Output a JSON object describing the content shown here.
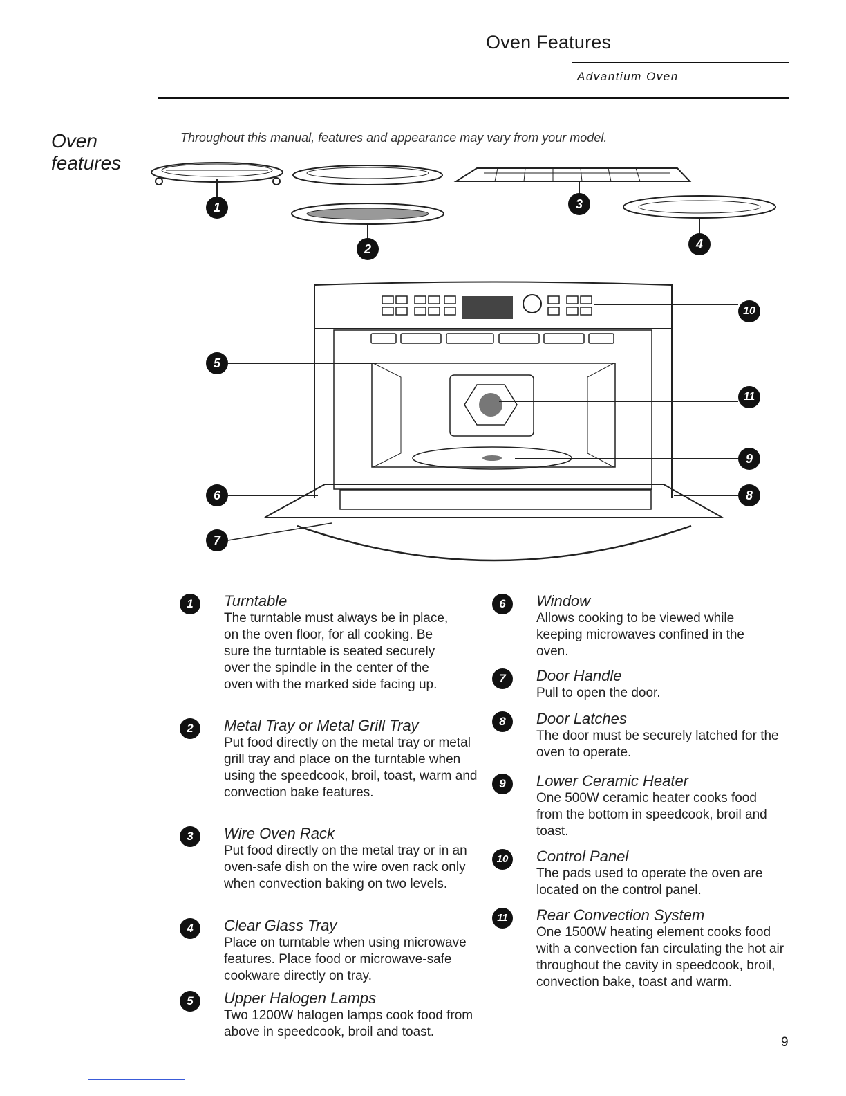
{
  "header": {
    "title": "Oven Features",
    "subtitle": "Advantium Oven"
  },
  "section": {
    "title": "Oven features",
    "intro": "Throughout this manual, features and appearance may vary from your model."
  },
  "diagram_labels": [
    "1",
    "2",
    "3",
    "4",
    "5",
    "6",
    "7",
    "8",
    "9",
    "10",
    "11"
  ],
  "features_left": [
    {
      "num": "1",
      "title": "Turntable",
      "desc": "The turntable must always be in place, on the oven floor, for all cooking. Be sure the turntable is seated securely over the spindle in the center of the oven with the marked side facing up."
    },
    {
      "num": "2",
      "title": "Metal Tray or Metal Grill Tray",
      "desc": "Put food directly on the metal tray or metal grill tray and place on the turntable when using the speedcook, broil, toast, warm and convection bake features."
    },
    {
      "num": "3",
      "title": "Wire Oven Rack",
      "desc": "Put food directly on the metal tray or in an oven-safe dish on the wire oven rack only when convection baking on two levels."
    },
    {
      "num": "4",
      "title": "Clear Glass Tray",
      "desc": "Place on turntable when using microwave features. Place food or microwave-safe cookware directly on tray."
    },
    {
      "num": "5",
      "title": "Upper Halogen Lamps",
      "desc": "Two 1200W halogen lamps cook food from above in speedcook, broil and toast."
    }
  ],
  "features_right": [
    {
      "num": "6",
      "title": "Window",
      "desc": "Allows cooking to be viewed while keeping microwaves confined in the oven."
    },
    {
      "num": "7",
      "title": "Door Handle",
      "desc": "Pull to open the door."
    },
    {
      "num": "8",
      "title": "Door Latches",
      "desc": "The door must be securely latched for the oven to operate."
    },
    {
      "num": "9",
      "title": "Lower Ceramic Heater",
      "desc": "One 500W ceramic heater cooks food from the bottom in speedcook, broil and toast."
    },
    {
      "num": "10",
      "title": "Control Panel",
      "desc": "The pads used to operate the oven are located on the control panel."
    },
    {
      "num": "11",
      "title": "Rear Convection System",
      "desc": "One 1500W heating element cooks food with a convection fan circulating the hot air throughout the cavity in speedcook, broil, convection bake, toast and warm."
    }
  ],
  "page_number": "9"
}
